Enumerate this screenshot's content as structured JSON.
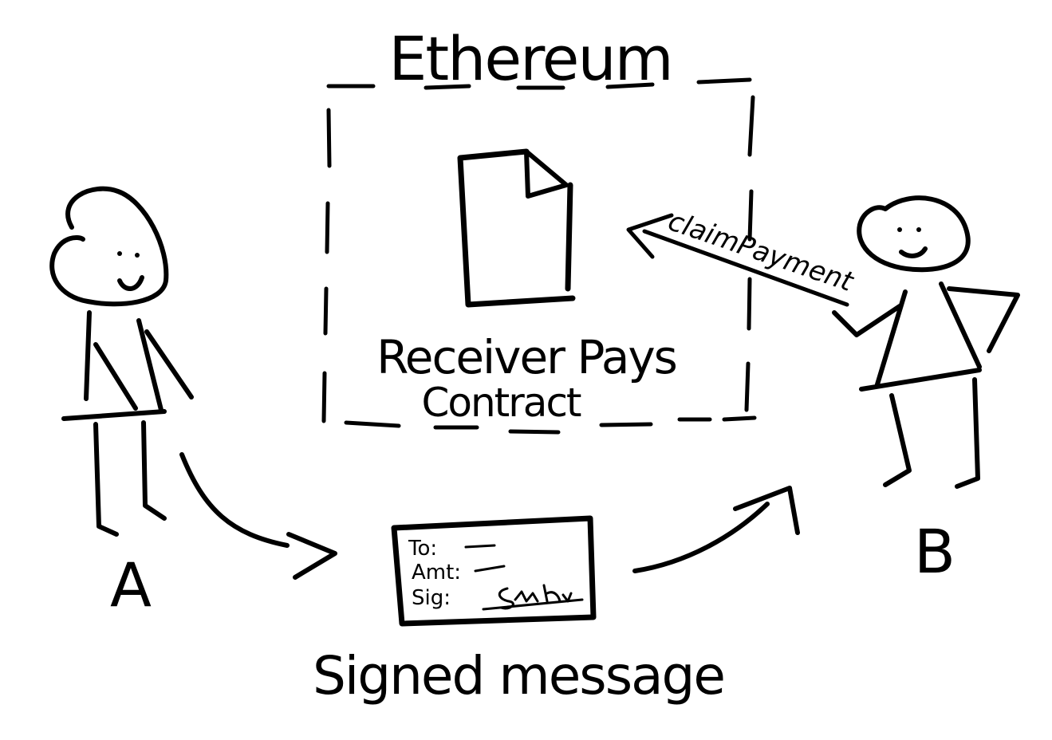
{
  "diagram": {
    "title": "Ethereum",
    "contract_label_line1": "Receiver Pays",
    "contract_label_line2": "Contract",
    "claim_label": "claimPayment",
    "sender_label": "A",
    "receiver_label": "B",
    "message_caption": "Signed message",
    "message_fields": {
      "to": "To:",
      "amount": "Amt:",
      "signature": "Sig:"
    },
    "ink_color": "#000000"
  }
}
